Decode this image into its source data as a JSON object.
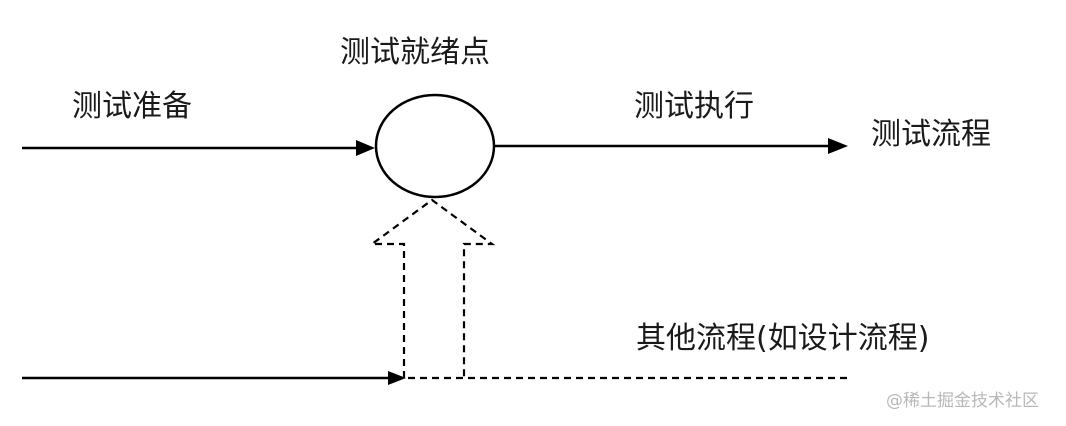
{
  "labels": {
    "ready_point": "测试就绪点",
    "preparation": "测试准备",
    "execution": "测试执行",
    "test_flow": "测试流程",
    "other_flow": "其他流程(如设计流程)"
  },
  "watermark": "@稀土掘金技术社区",
  "colors": {
    "line": "#000000",
    "text": "#1a1a1a",
    "watermark": "#b8b8b8"
  }
}
